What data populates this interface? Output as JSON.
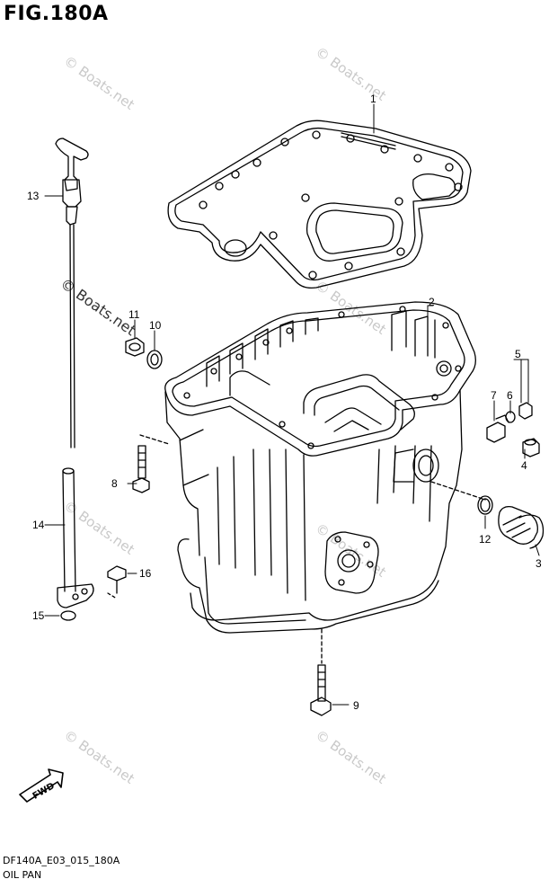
{
  "figure_title": "FIG.180A",
  "footer": {
    "code": "DF140A_E03_015_180A",
    "name": "OIL PAN"
  },
  "watermark_text": "© Boats.net",
  "fwd_label": "FWD",
  "callouts": [
    "1",
    "2",
    "3",
    "4",
    "5",
    "6",
    "7",
    "8",
    "9",
    "10",
    "11",
    "12",
    "13",
    "14",
    "15",
    "16"
  ],
  "line_color": "#000000",
  "watermark_color": "#c9c9c9"
}
